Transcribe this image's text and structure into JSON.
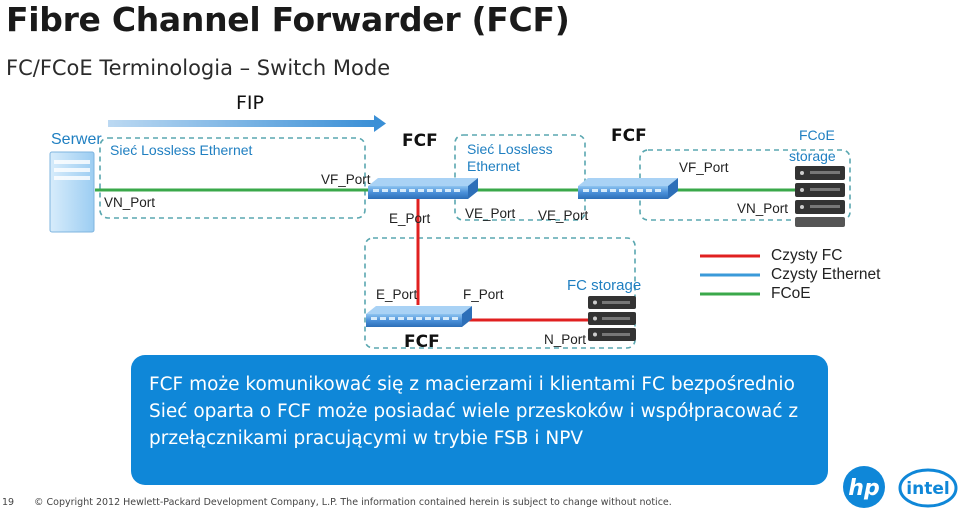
{
  "slide": {
    "title": "Fibre Channel Forwarder (FCF)",
    "subtitle": "FC/FCoE Terminologia – Switch Mode",
    "page_number": "19",
    "footer": "© Copyright 2012 Hewlett-Packard Development Company, L.P. The information contained herein is subject to change without notice."
  },
  "diagram": {
    "fip_label": "FIP",
    "server_label": "Serwer",
    "lossless_left": "Sieć Lossless Ethernet",
    "lossless_mid_line1": "Sieć Lossless",
    "lossless_mid_line2": "Ethernet",
    "fcf_top_left": "FCF",
    "fcf_top_right": "FCF",
    "fcf_bottom": "FCF",
    "fcoe_storage_line1": "FCoE",
    "fcoe_storage_line2": "storage",
    "fc_storage": "FC storage",
    "ports": {
      "vn_port_server": "VN_Port",
      "vf_port_left": "VF_Port",
      "e_port_top": "E_Port",
      "ve_port_left": "VE_Port",
      "ve_port_right": "VE_Port",
      "vf_port_right": "VF_Port",
      "vn_port_storage": "VN_Port",
      "e_port_bottom": "E_Port",
      "f_port": "F_Port",
      "n_port": "N_Port"
    }
  },
  "legend": {
    "items": [
      {
        "label": "Czysty FC",
        "color": "#e02020"
      },
      {
        "label": "Czysty Ethernet",
        "color": "#3a9ad9"
      },
      {
        "label": "FCoE",
        "color": "#3aa84a"
      }
    ]
  },
  "panel": {
    "line1": "FCF może komunikować się z macierzami i klientami FC bezpośrednio",
    "line2": "Sieć oparta o FCF może posiadać wiele przeskoków i współpracować z",
    "line3": "przełącznikami  pracującymi w trybie FSB i NPV"
  },
  "colors": {
    "fc_red": "#e02020",
    "ethernet_blue": "#3a9ad9",
    "fcoe_green": "#3aa84a",
    "switch_blue": "#4a90d9",
    "panel_blue": "#0f87d8",
    "dashed_teal": "#5aa7b0"
  },
  "logos": {
    "hp": "hp",
    "intel": "intel"
  }
}
